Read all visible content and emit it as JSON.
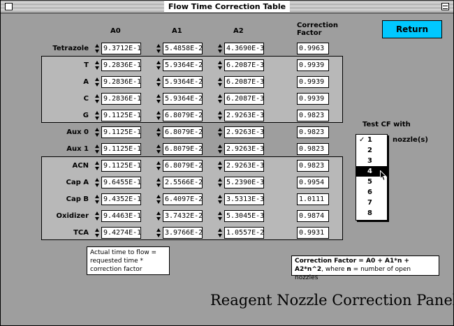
{
  "window": {
    "title": "Flow Time Correction Table"
  },
  "columns": {
    "a0": "A0",
    "a1": "A1",
    "a2": "A2",
    "cf_line1": "Correction",
    "cf_line2": "Factor"
  },
  "return_label": "Return",
  "rows": [
    {
      "label": "Tetrazole",
      "a0": "9.3712E-1",
      "a1": "5.4858E-2",
      "a2": "4.3690E-3",
      "cf": "0.9963"
    },
    {
      "label": "T",
      "a0": "9.2836E-1",
      "a1": "5.9364E-2",
      "a2": "6.2087E-3",
      "cf": "0.9939"
    },
    {
      "label": "A",
      "a0": "9.2836E-1",
      "a1": "5.9364E-2",
      "a2": "6.2087E-3",
      "cf": "0.9939"
    },
    {
      "label": "C",
      "a0": "9.2836E-1",
      "a1": "5.9364E-2",
      "a2": "6.2087E-3",
      "cf": "0.9939"
    },
    {
      "label": "G",
      "a0": "9.1125E-1",
      "a1": "6.8079E-2",
      "a2": "2.9263E-3",
      "cf": "0.9823"
    },
    {
      "label": "Aux 0",
      "a0": "9.1125E-1",
      "a1": "6.8079E-2",
      "a2": "2.9263E-3",
      "cf": "0.9823"
    },
    {
      "label": "Aux 1",
      "a0": "9.1125E-1",
      "a1": "6.8079E-2",
      "a2": "2.9263E-3",
      "cf": "0.9823"
    },
    {
      "label": "ACN",
      "a0": "9.1125E-1",
      "a1": "6.8079E-2",
      "a2": "2.9263E-3",
      "cf": "0.9823"
    },
    {
      "label": "Cap A",
      "a0": "9.6455E-1",
      "a1": "2.5566E-2",
      "a2": "5.2390E-3",
      "cf": "0.9954"
    },
    {
      "label": "Cap B",
      "a0": "9.4352E-1",
      "a1": "6.4097E-2",
      "a2": "3.5313E-3",
      "cf": "1.0111"
    },
    {
      "label": "Oxidizer",
      "a0": "9.4463E-1",
      "a1": "3.7432E-2",
      "a2": "5.3045E-3",
      "cf": "0.9874"
    },
    {
      "label": "TCA",
      "a0": "9.4274E-1",
      "a1": "3.9766E-2",
      "a2": "1.0557E-2",
      "cf": "0.9931"
    }
  ],
  "test_cf": {
    "label": "Test CF with",
    "suffix": "nozzle(s)",
    "check_mark": "✓",
    "options": [
      "1",
      "2",
      "3",
      "4",
      "5",
      "6",
      "7",
      "8"
    ],
    "checked": "1",
    "highlighted": "4"
  },
  "notes": {
    "time": [
      "Actual time to flow =",
      "requested time *",
      "correction factor"
    ],
    "formula_bold1": "Correction Factor = A0 + A1*n +",
    "formula_bold2": "A2*n^2",
    "formula_mid": ", where ",
    "formula_n": "n",
    "formula_end": " = number of open nozzles"
  },
  "panel_title": "Reagent Nozzle Correction Panel"
}
